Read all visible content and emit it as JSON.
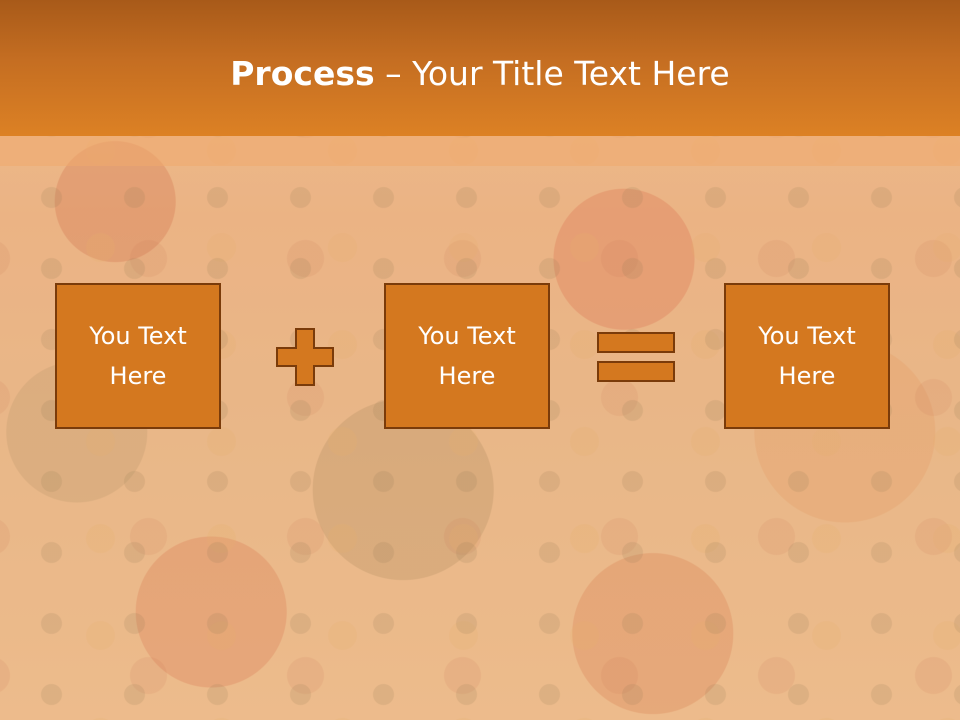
{
  "title": {
    "bold": "Process",
    "rest": " – Your Title Text Here"
  },
  "boxes": [
    {
      "text": "You Text\nHere"
    },
    {
      "text": "You Text\nHere"
    },
    {
      "text": "You Text\nHere"
    }
  ],
  "operators": {
    "plus_icon": "plus-icon",
    "equals_icon": "equals-icon"
  },
  "colors": {
    "header_dark": "#a85a19",
    "header_light": "#dc8124",
    "box_fill": "#d4781f",
    "box_border": "#7a3b0a",
    "text": "#ffffff"
  }
}
